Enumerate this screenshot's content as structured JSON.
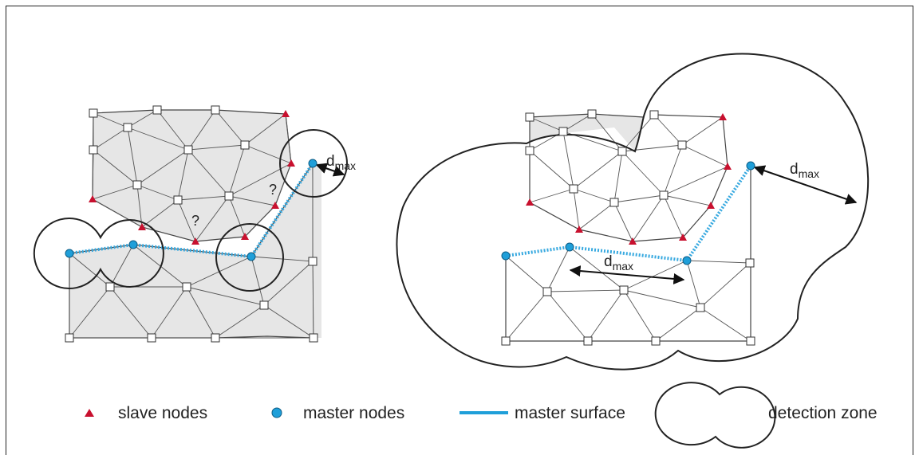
{
  "labels": {
    "d": "d",
    "max": "max",
    "question": "?"
  },
  "legend": {
    "slave": "slave nodes",
    "master_nodes": "master nodes",
    "master_surface": "master surface",
    "detection_zone": "detection zone"
  },
  "colors": {
    "slave": "#c8102e",
    "master_node": "#1f9fd9",
    "master_surface": "#37a9e0",
    "mesh_fill": "#e6e6e6"
  }
}
